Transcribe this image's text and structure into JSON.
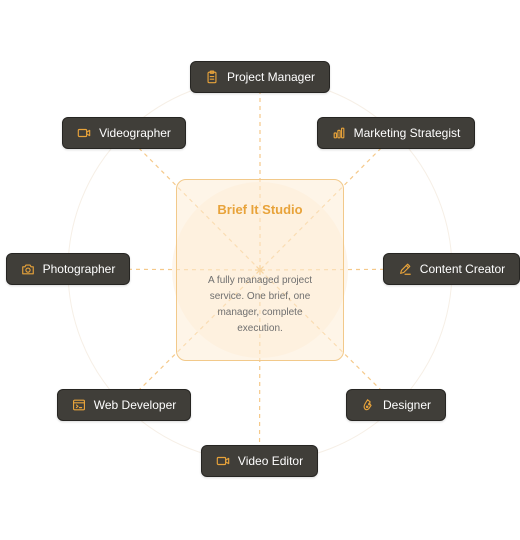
{
  "center": {
    "title": "Brief It Studio",
    "description": "A fully managed project service. One brief, one manager, complete execution."
  },
  "colors": {
    "accent": "#e8a33a",
    "node_bg": "#403e39",
    "node_text": "#ffffff",
    "connector": "#f5c98a"
  },
  "nodes": [
    {
      "label": "Project Manager",
      "icon": "clipboard-icon"
    },
    {
      "label": "Marketing Strategist",
      "icon": "bar-chart-icon"
    },
    {
      "label": "Content Creator",
      "icon": "pencil-icon"
    },
    {
      "label": "Designer",
      "icon": "palette-icon"
    },
    {
      "label": "Video Editor",
      "icon": "video-camera-icon"
    },
    {
      "label": "Web Developer",
      "icon": "code-window-icon"
    },
    {
      "label": "Photographer",
      "icon": "camera-icon"
    },
    {
      "label": "Videographer",
      "icon": "video-camera-icon"
    }
  ]
}
